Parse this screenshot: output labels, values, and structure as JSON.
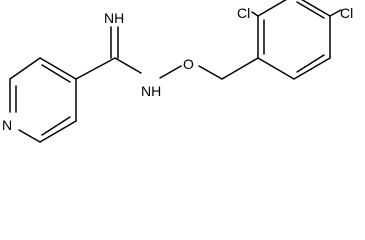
{
  "structure": {
    "labels": {
      "imine_nh": "NH",
      "amide_nh": "NH",
      "oxygen": "O",
      "pyridine_n": "N",
      "cl_ortho": "Cl",
      "cl_para": "Cl"
    }
  }
}
